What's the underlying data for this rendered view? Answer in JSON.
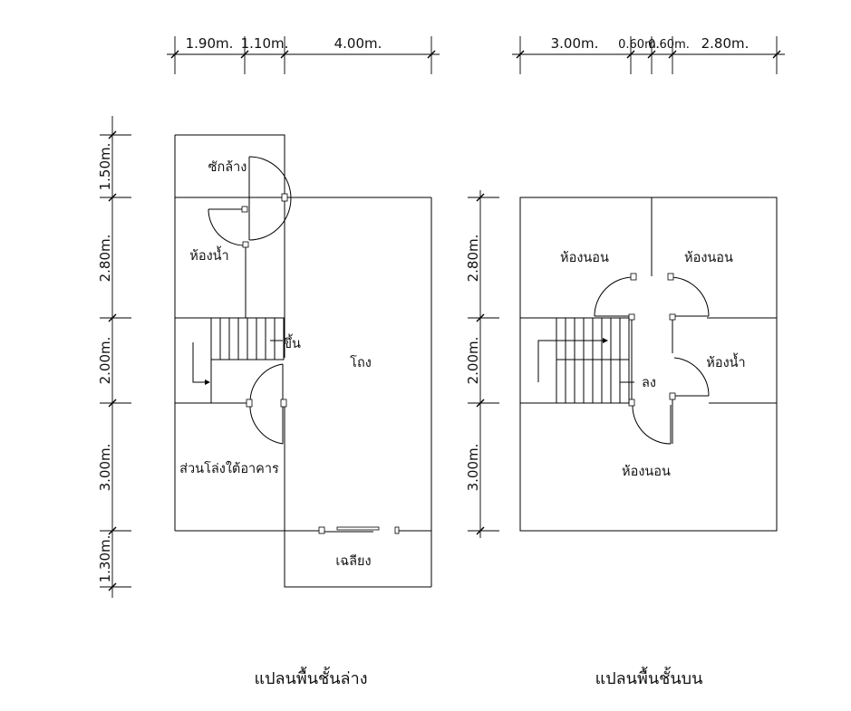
{
  "ground_floor": {
    "caption": "แปลนพื้นชั้นล่าง",
    "dimensions_top": [
      "1.90m.",
      "1.10m.",
      "4.00m."
    ],
    "dimensions_left": [
      "1.50m.",
      "2.80m.",
      "2.00m.",
      "3.00m.",
      "1.30m."
    ],
    "rooms": {
      "laundry": "ซักล้าง",
      "bathroom": "ห้องน้ำ",
      "stairs_up": "ขึ้น",
      "warehouse": "โถง",
      "open_space": "ส่วนโล่งใต้อาคาร",
      "porch": "เฉลียง"
    }
  },
  "upper_floor": {
    "caption": "แปลนพื้นชั้นบน",
    "dimensions_top": [
      "3.00m.",
      "0.60m.",
      "0.60m.",
      "2.80m."
    ],
    "dimensions_left": [
      "2.80m.",
      "2.00m.",
      "3.00m."
    ],
    "rooms": {
      "bedroom_1": "ห้องนอน",
      "bedroom_2": "ห้องนอน",
      "bathroom": "ห้องน้ำ",
      "stairs_down": "ลง",
      "bedroom_3": "ห้องนอน"
    }
  }
}
